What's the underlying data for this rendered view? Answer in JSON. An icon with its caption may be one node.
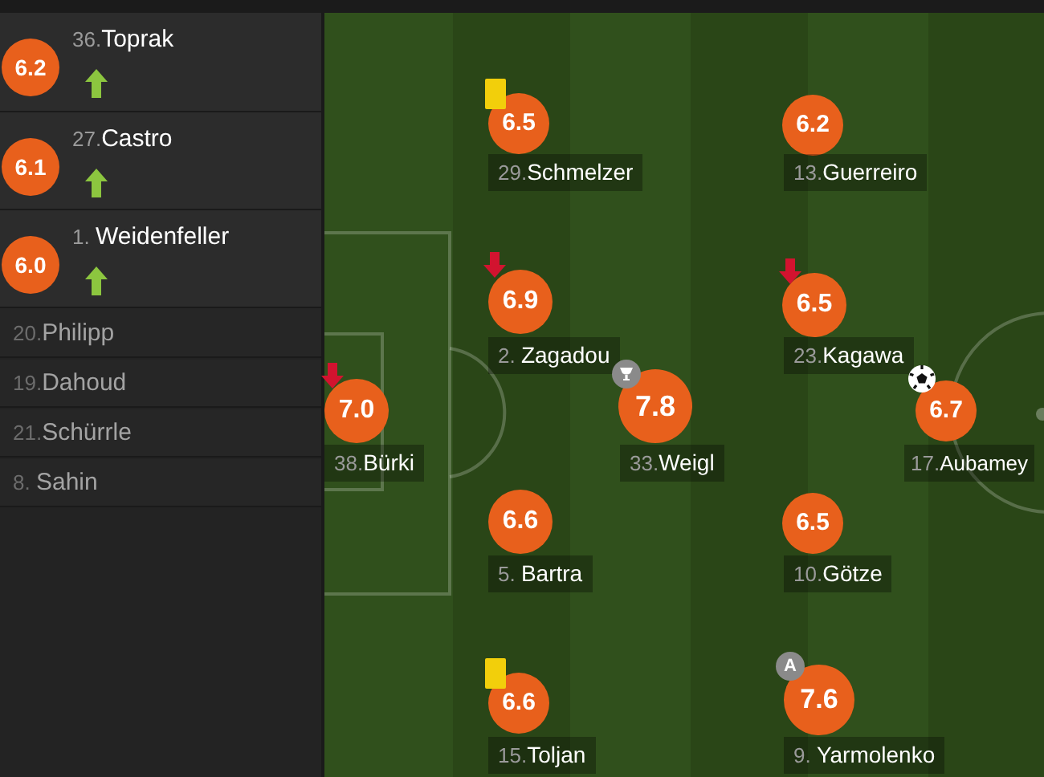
{
  "diagram": {
    "nodes": [
      {
        "text": [
          "36.Toprak"
        ]
      },
      {
        "text": [
          "6.2"
        ],
        "in": 0
      },
      {
        "text": [
          "27.Castro"
        ]
      },
      {
        "text": [
          "6.1"
        ],
        "in": 2
      },
      {
        "text": [
          "1. Weidenfeller"
        ]
      },
      {
        "text": [
          "6.0"
        ],
        "in": 4
      },
      {
        "text": [
          "20.Philipp"
        ]
      },
      {
        "text": [
          "19.Dahoud"
        ]
      },
      {
        "text": [
          "21.Schürrle"
        ]
      },
      {
        "text": [
          "8. Sahin"
        ]
      },
      {
        "text": [
          "6.5",
          "29.Schmelzer"
        ]
      },
      {
        "text": [
          "6.2",
          "13.Guerreiro"
        ]
      },
      {
        "text": [
          "6.9",
          "2. Zagadou"
        ]
      },
      {
        "text": [
          "6.5",
          "23.Kagawa"
        ]
      },
      {
        "text": [
          "7.0",
          "38.Bürki"
        ]
      },
      {
        "text": [
          "7.8",
          "33.Weigl"
        ]
      },
      {
        "text": [
          "6.7",
          "17.Aubamey"
        ]
      },
      {
        "text": [
          "6.6",
          "5. Bartra"
        ]
      },
      {
        "text": [
          "6.5",
          "10.Götze"
        ]
      },
      {
        "text": [
          "6.6",
          "15.Toljan"
        ]
      },
      {
        "text": [
          "7.6",
          "9. Yarmolenko"
        ]
      }
    ],
    "labels": [
      "A"
    ]
  }
}
